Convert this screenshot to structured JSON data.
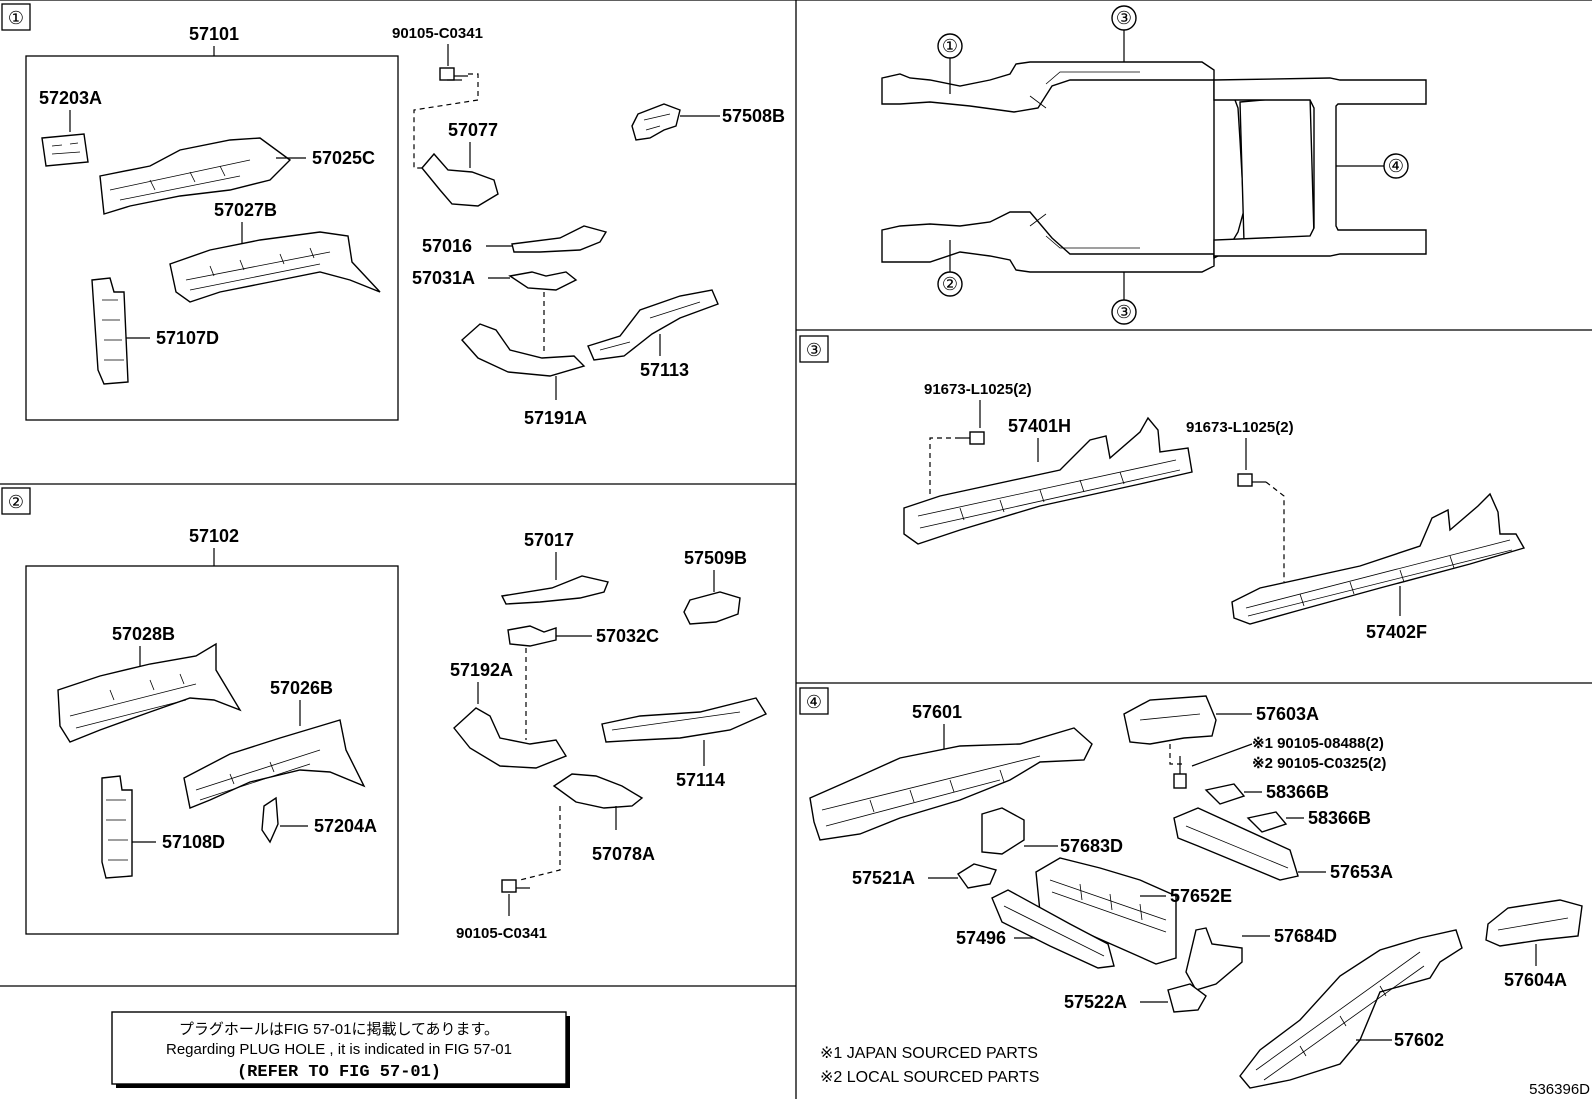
{
  "diagram_code": "536396D",
  "sections": {
    "s1": {
      "badge": "①",
      "assembly": "57101",
      "parts": {
        "p57203A": "57203A",
        "p57025C": "57025C",
        "p57027B": "57027B",
        "p57107D": "57107D",
        "p90105C0341": "90105-C0341",
        "p57077": "57077",
        "p57508B": "57508B",
        "p57016": "57016",
        "p57031A": "57031A",
        "p57113": "57113",
        "p57191A": "57191A"
      }
    },
    "s2": {
      "badge": "②",
      "assembly": "57102",
      "parts": {
        "p57028B": "57028B",
        "p57026B": "57026B",
        "p57108D": "57108D",
        "p57204A": "57204A",
        "p57017": "57017",
        "p57509B": "57509B",
        "p57032C": "57032C",
        "p57192A": "57192A",
        "p57114": "57114",
        "p57078A": "57078A",
        "p90105C0341b": "90105-C0341"
      }
    },
    "overview": {
      "c1": "①",
      "c2": "②",
      "c3a": "③",
      "c3b": "③",
      "c4": "④"
    },
    "s3": {
      "badge": "③",
      "parts": {
        "p91673a": "91673-L1025(2)",
        "p57401H": "57401H",
        "p91673b": "91673-L1025(2)",
        "p57402F": "57402F"
      }
    },
    "s4": {
      "badge": "④",
      "parts": {
        "p57601": "57601",
        "p57603A": "57603A",
        "p9010508488": "※1 90105-08488(2)",
        "p90105C0325": "※2 90105-C0325(2)",
        "p58366Ba": "58366B",
        "p58366Bb": "58366B",
        "p57683D": "57683D",
        "p57653A": "57653A",
        "p57521A": "57521A",
        "p57652E": "57652E",
        "p57496": "57496",
        "p57684D": "57684D",
        "p57522A": "57522A",
        "p57604A": "57604A",
        "p57602": "57602"
      },
      "footnotes": {
        "n1": "※1 JAPAN SOURCED PARTS",
        "n2": "※2 LOCAL SOURCED PARTS"
      }
    },
    "note": {
      "jp": "プラグホールはFIG 57-01に掲載してあります。",
      "en": "Regarding PLUG HOLE , it is indicated in FIG 57-01",
      "refer": "(REFER TO FIG 57-01)"
    }
  }
}
